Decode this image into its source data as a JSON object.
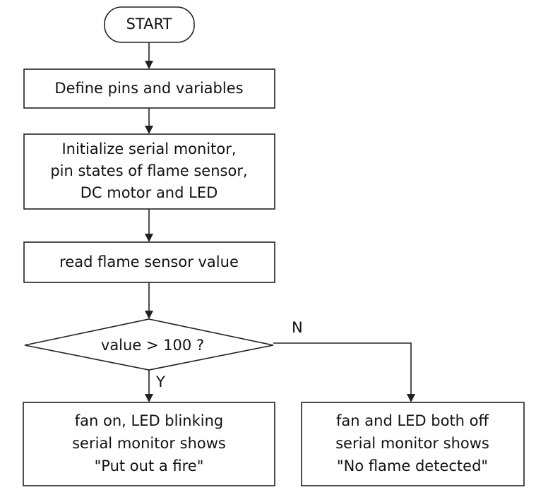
{
  "nodes": {
    "start": {
      "lines": [
        "START"
      ]
    },
    "define": {
      "lines": [
        "Define pins and variables"
      ]
    },
    "init": {
      "lines": [
        "Initialize serial monitor,",
        "pin states of flame sensor,",
        "DC motor and LED"
      ]
    },
    "read": {
      "lines": [
        "read flame sensor value"
      ]
    },
    "decision": {
      "lines": [
        "value  >  100 ?"
      ]
    },
    "yes_action": {
      "lines": [
        "fan on, LED blinking",
        "serial monitor shows",
        "\"Put out a fire\""
      ]
    },
    "no_action": {
      "lines": [
        "fan and LED both off",
        "serial monitor shows",
        "\"No flame detected\""
      ]
    }
  },
  "edges": {
    "yes_label": "Y",
    "no_label": "N"
  }
}
